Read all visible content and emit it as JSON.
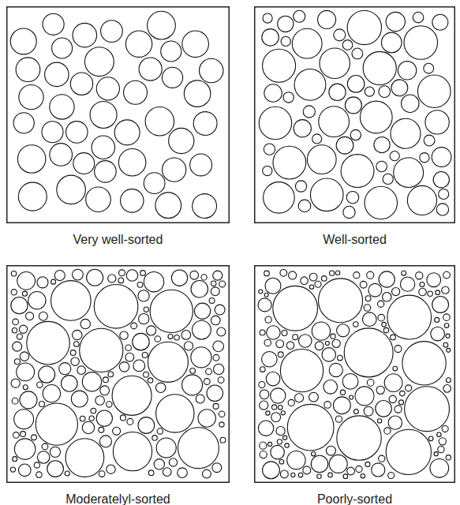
{
  "diagram": {
    "nodes": [
      {
        "text": [
          "Very well-sorted"
        ]
      },
      {
        "text": [
          "Well-sorted"
        ]
      },
      {
        "text": [
          "Moderatelyl-sorted"
        ]
      },
      {
        "text": [
          "Poorly-sorted"
        ]
      }
    ]
  }
}
